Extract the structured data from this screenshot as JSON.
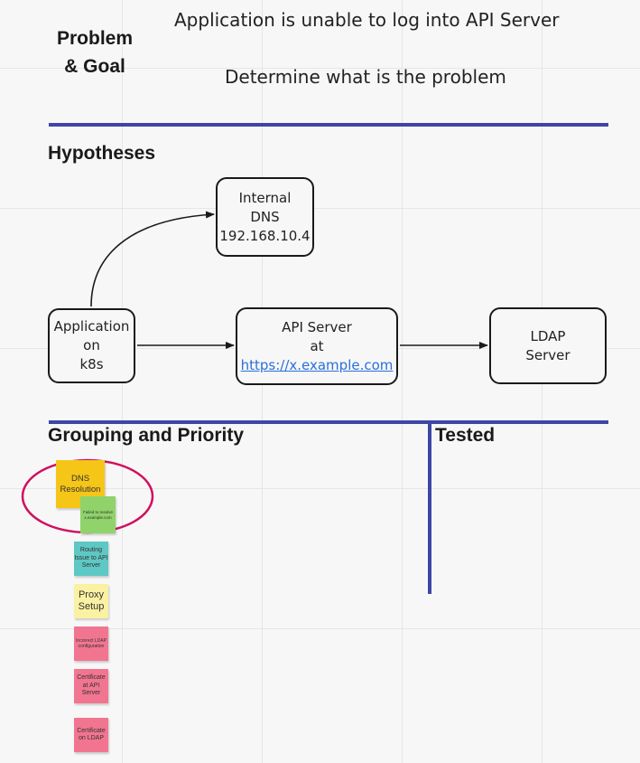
{
  "problem": {
    "title_line1": "Problem",
    "title_line2": "& Goal",
    "statement": "Application is unable to log into API Server",
    "goal": "Determine what is the problem"
  },
  "hypotheses": {
    "heading": "Hypotheses",
    "nodes": {
      "dns": {
        "line1": "Internal",
        "line2": "DNS",
        "line3": "192.168.10.4"
      },
      "app": {
        "line1": "Application",
        "line2": "on",
        "line3": "k8s"
      },
      "api": {
        "line1": "API Server",
        "line2": "at",
        "link": "https://x.example.com"
      },
      "ldap": {
        "line1": "LDAP",
        "line2": "Server"
      }
    }
  },
  "grouping": {
    "heading": "Grouping and Priority",
    "tested_heading": "Tested",
    "stickies": [
      {
        "text": "DNS Resolution",
        "color": "#f5c518"
      },
      {
        "text": "Failed to resolve x.example.com",
        "color": "#8fd36a"
      },
      {
        "text": "Routing Issue to API Server",
        "color": "#5ec8c4"
      },
      {
        "text": "Proxy Setup",
        "color": "#fbf1a2"
      },
      {
        "text": "Incorrect LDAP configuration",
        "color": "#f27590"
      },
      {
        "text": "Certificate at API Server",
        "color": "#f27590"
      },
      {
        "text": "Certificate on LDAP",
        "color": "#f27590"
      }
    ]
  },
  "colors": {
    "divider": "#3d46a6",
    "highlight_circle": "#d0105e",
    "link": "#2a6fdb"
  }
}
